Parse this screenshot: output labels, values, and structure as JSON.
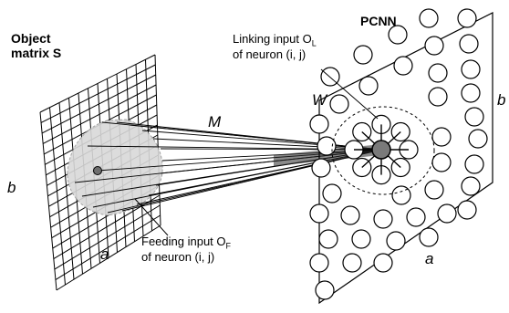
{
  "labels": {
    "object_title_line1": "Object",
    "object_title_line2": "matrix S",
    "pcnn_title": "PCNN",
    "linking_line1": "Linking input O",
    "linking_sub": "L",
    "linking_line2": "of neuron  (i, j)",
    "feeding_line1": "Feeding input O",
    "feeding_sub": "F",
    "feeding_line2": "of neuron (i, j)",
    "m": "M",
    "w": "W",
    "b_left": "b",
    "a_left": "a",
    "b_right": "b",
    "a_right": "a"
  },
  "colors": {
    "line": "#000000",
    "receptive_field": "#d9d9d9",
    "center_neuron": "#7a7a7a",
    "background": "#ffffff"
  }
}
